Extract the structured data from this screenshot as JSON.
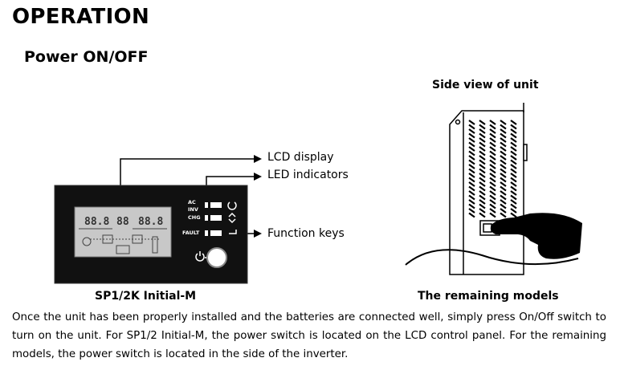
{
  "page": {
    "title": "OPERATION",
    "section": "Power ON/OFF"
  },
  "figure_left": {
    "callouts": {
      "lcd": "LCD display",
      "led": "LED indicators",
      "keys": "Function keys"
    },
    "panel_labels": {
      "ac": "AC",
      "inv": "INV",
      "chg": "CHG",
      "fault": "FAULT",
      "lcd_digits_left": "88.8",
      "lcd_digits_mid": "88",
      "lcd_digits_right": "88.8"
    },
    "caption": "SP1/2K Initial-M"
  },
  "figure_right": {
    "title": "Side view of unit",
    "caption": "The remaining models"
  },
  "body": {
    "paragraph": "Once the unit has been properly installed and the batteries are connected well, simply press On/Off switch to turn on the unit. For SP1/2 Initial-M, the power switch is located on the LCD control panel. For the remaining models, the power switch is located in the side of the inverter."
  }
}
